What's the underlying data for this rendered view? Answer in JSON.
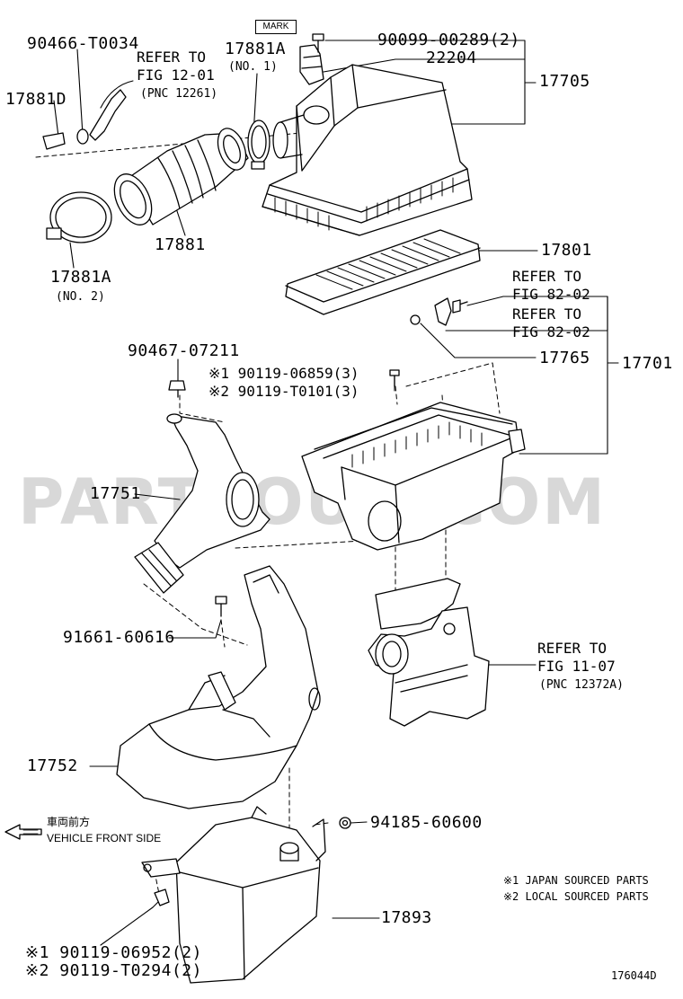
{
  "watermark": "PARTSOUQ.COM",
  "mark_box": "MARK",
  "figure_code": "176044D",
  "vehicle_front": {
    "jp": "車両前方",
    "en": "VEHICLE FRONT SIDE"
  },
  "notes": {
    "n1": "※1 JAPAN SOURCED PARTS",
    "n2": "※2 LOCAL SOURCED PARTS"
  },
  "labels": {
    "p90466": "90466-T0034",
    "p17881D": "17881D",
    "ref_fig12_a": "REFER TO",
    "ref_fig12_b": "FIG 12-01",
    "ref_fig12_c": "(PNC 12261)",
    "p17881A_top": "17881A",
    "p17881A_top_sub": "(NO. 1)",
    "p90099": "90099-00289(2)",
    "p22204": "22204",
    "p17705": "17705",
    "p17881": "17881",
    "p17881A_bot": "17881A",
    "p17881A_bot_sub": "(NO. 2)",
    "p17801": "17801",
    "ref_fig82a_a": "REFER TO",
    "ref_fig82a_b": "FIG 82-02",
    "ref_fig82b_a": "REFER TO",
    "ref_fig82b_b": "FIG 82-02",
    "p17765": "17765",
    "p17701": "17701",
    "p90467": "90467-07211",
    "p90119_a1": "※1 90119-06859(3)",
    "p90119_a2": "※2 90119-T0101(3)",
    "p17751": "17751",
    "p91661": "91661-60616",
    "ref_fig11_a": "REFER TO",
    "ref_fig11_b": "FIG 11-07",
    "ref_fig11_c": "(PNC 12372A)",
    "p17752": "17752",
    "p94185": "94185-60600",
    "p17893": "17893",
    "p90119_b1": "※1 90119-06952(2)",
    "p90119_b2": "※2 90119-T0294(2)"
  }
}
